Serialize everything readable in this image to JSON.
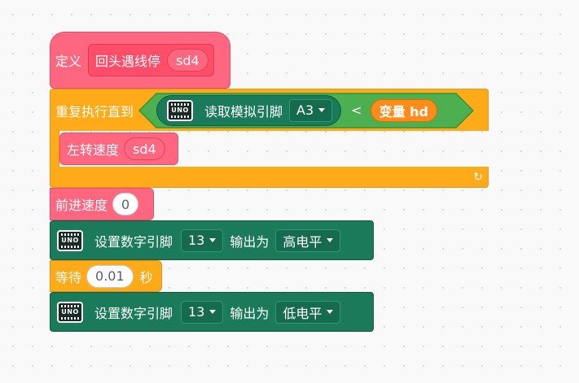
{
  "define_block": {
    "label": "定义",
    "proc_name": "回头遇线停",
    "param": "sd4"
  },
  "repeat_block": {
    "label": "重复执行直到",
    "read_analog_label": "读取模拟引脚",
    "read_analog_pin": "A3",
    "compare_op": "<",
    "compare_var": "变量 hd",
    "board_icon": "UNO",
    "loop_icon": "↻"
  },
  "turn_left_block": {
    "label": "左转速度",
    "value": "sd4"
  },
  "forward_block": {
    "label": "前进速度",
    "value": "0"
  },
  "set_digital_1": {
    "label": "设置数字引脚",
    "pin": "13",
    "output_label": "输出为",
    "level": "高电平",
    "board_icon": "UNO"
  },
  "wait_block": {
    "label": "等待",
    "value": "0.01",
    "unit": "秒"
  },
  "set_digital_2": {
    "label": "设置数字引脚",
    "pin": "13",
    "output_label": "输出为",
    "level": "低电平",
    "board_icon": "UNO"
  },
  "colors": {
    "pink": "#ff6680",
    "orange": "#ffab19",
    "teal": "#1b7a5a",
    "green": "#4cb050"
  }
}
